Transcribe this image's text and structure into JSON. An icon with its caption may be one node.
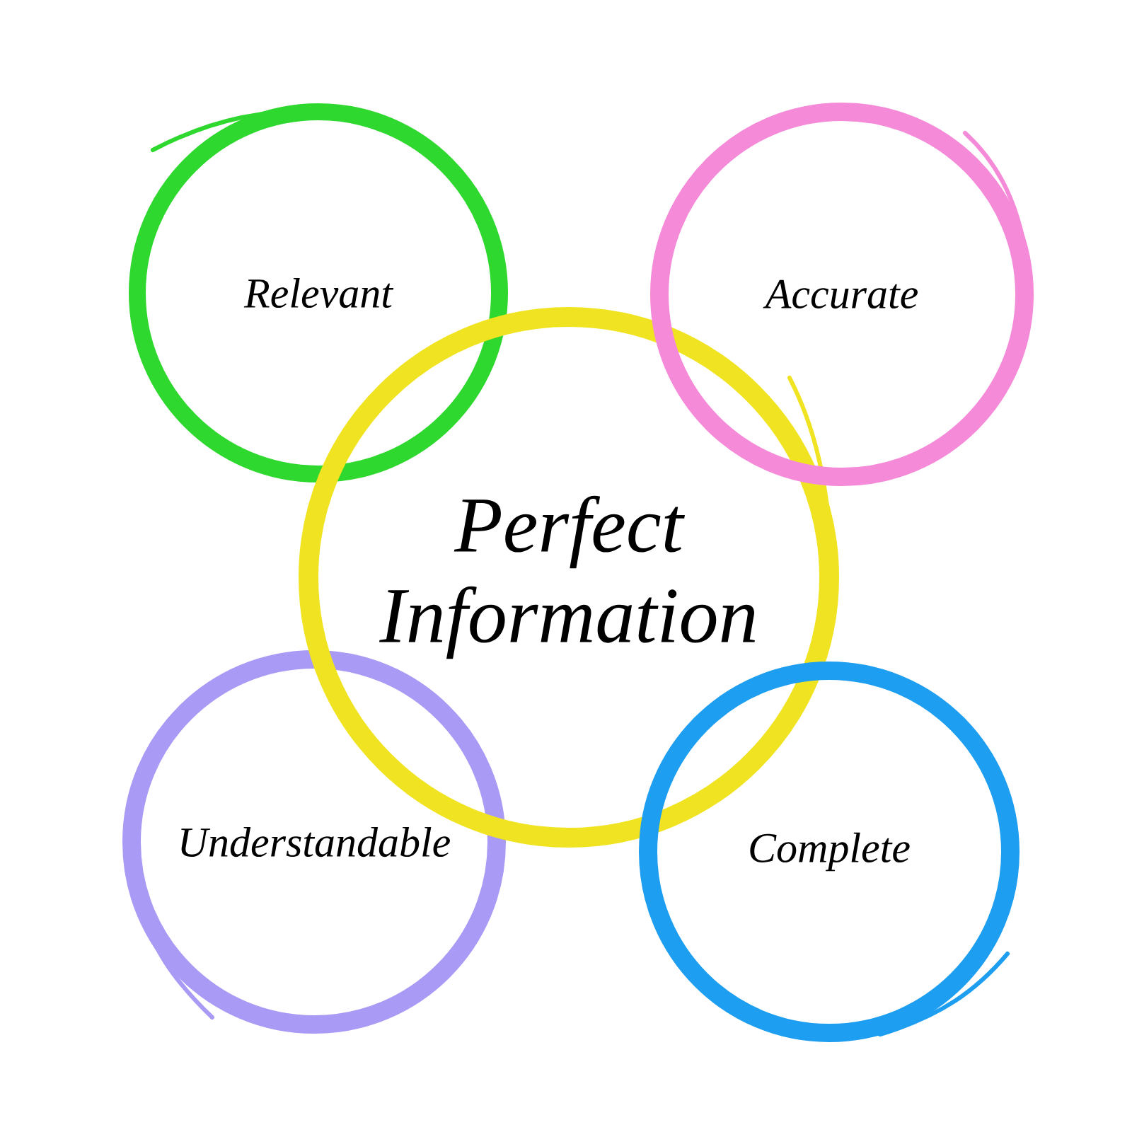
{
  "diagram": {
    "nodes": [
      {
        "text": [
          "Relevant"
        ]
      },
      {
        "text": [
          "Accurate"
        ]
      },
      {
        "text": [
          "Perfect Information"
        ]
      },
      {
        "text": [
          "Understandable"
        ]
      },
      {
        "text": [
          "Complete"
        ]
      }
    ]
  }
}
